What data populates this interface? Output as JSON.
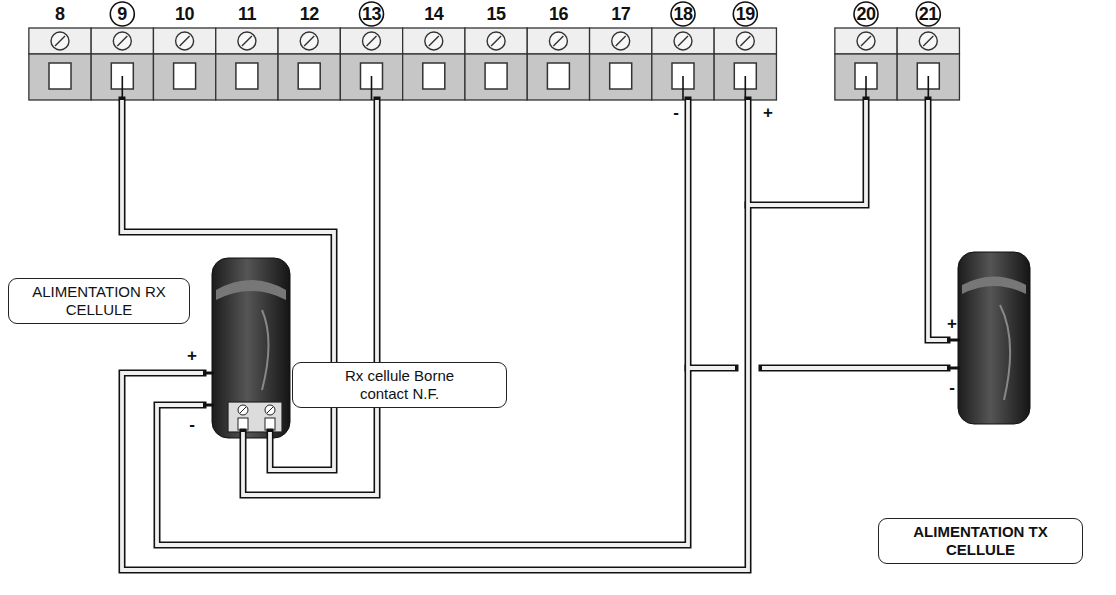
{
  "diagram": {
    "nodes": [
      {
        "text": [
          "ALIMENTATION RX CELLULE"
        ]
      },
      {
        "text": [
          "Rx cellule Borne contact N.F."
        ]
      },
      {
        "text": [
          "ALIMENTATION TX CELLULE"
        ]
      }
    ],
    "labels": [
      "8",
      "9",
      "10",
      "11",
      "12",
      "13",
      "14",
      "15",
      "16",
      "17",
      "18",
      "19",
      "20",
      "21",
      "-",
      "+",
      "+",
      "-",
      "+",
      "-"
    ]
  }
}
